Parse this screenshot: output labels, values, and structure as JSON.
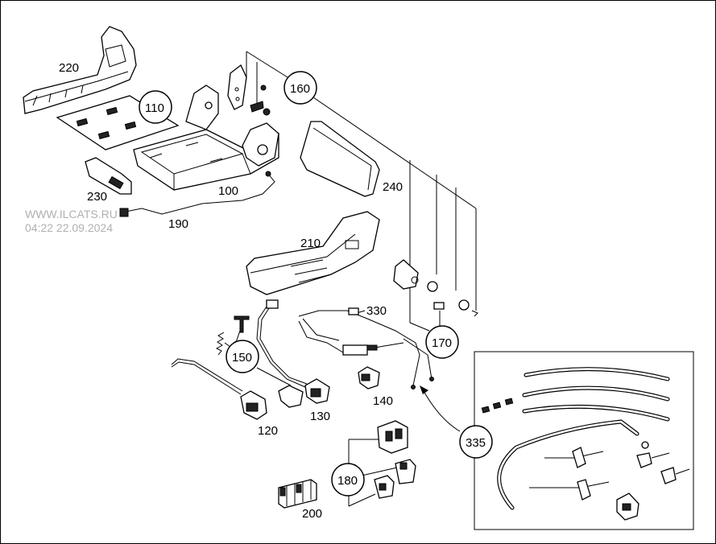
{
  "watermark": {
    "line1": "WWW.ILCATS.RU",
    "line2": "04:22 22.09.2024"
  },
  "labels": {
    "p220": "220",
    "p110": "110",
    "p160": "160",
    "p100": "100",
    "p230": "230",
    "p190": "190",
    "p240": "240",
    "p210": "210",
    "p330": "330",
    "p170": "170",
    "p150": "150",
    "p140": "140",
    "p120": "120",
    "p130": "130",
    "p335": "335",
    "p180": "180",
    "p200": "200"
  }
}
